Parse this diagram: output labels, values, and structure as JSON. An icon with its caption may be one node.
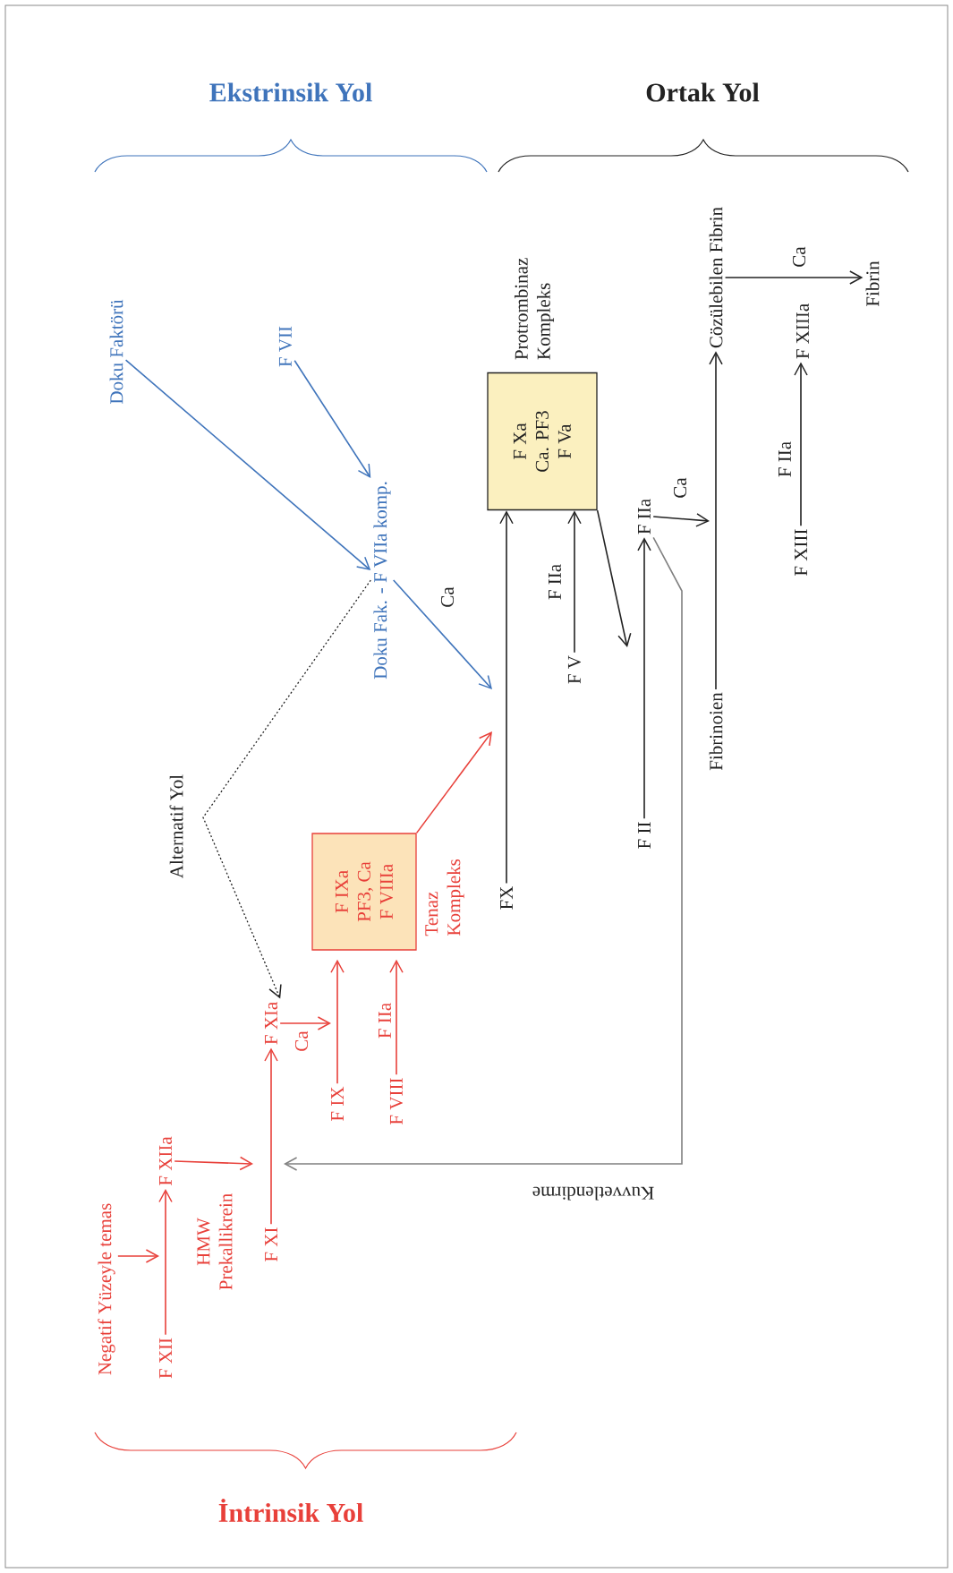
{
  "diagram": {
    "nodes": [
      {
        "text": [
          "Doku Faktörü"
        ]
      },
      {
        "text": [
          "F VII"
        ]
      },
      {
        "text": [
          "Doku Fak. - F VIIa komp."
        ]
      },
      {
        "text": [
          "Protrombinaz Kompleks",
          "F Xa",
          "Ca. PF3",
          "F Va"
        ]
      },
      {
        "text": [
          "Cözülebilen Fibrin"
        ]
      },
      {
        "text": [
          "F XIIIa"
        ]
      },
      {
        "text": [
          "Fibrin"
        ]
      },
      {
        "text": [
          "F XIII"
        ]
      },
      {
        "text": [
          "F IIa"
        ]
      },
      {
        "text": [
          "F V"
        ]
      },
      {
        "text": [
          "FX"
        ]
      },
      {
        "text": [
          "F II"
        ]
      },
      {
        "text": [
          "Fibrinoien"
        ]
      },
      {
        "text": [
          "F IXa",
          "PF3, Ca",
          "F VIIIa"
        ],
        "beside": [
          "Tenaz Kompleks"
        ]
      },
      {
        "text": [
          "F XIa"
        ]
      },
      {
        "text": [
          "F IX"
        ]
      },
      {
        "text": [
          "F VIII"
        ]
      },
      {
        "text": [
          "Negatif Yüzeyle temas"
        ]
      },
      {
        "text": [
          "F XII"
        ]
      },
      {
        "text": [
          "F XIIa"
        ]
      },
      {
        "text": [
          "F XI"
        ]
      }
    ],
    "edges": [
      {
        "from": 0,
        "to": 2,
        "arrow": "to",
        "color": "#3f74bb"
      },
      {
        "from": 1,
        "to": 2,
        "arrow": "to",
        "color": "#3f74bb"
      },
      {
        "from": 2,
        "to": null,
        "arrow": "to",
        "label": "Ca",
        "color": "#3f74bb"
      },
      {
        "from": 13,
        "to": null,
        "arrow": "to",
        "color": "#e8403a"
      },
      {
        "from": 10,
        "to": 3,
        "arrow": "to"
      },
      {
        "from": 9,
        "to": 3,
        "arrow": "to",
        "label": "F IIa"
      },
      {
        "from": 3,
        "to": null,
        "arrow": "to"
      },
      {
        "from": 11,
        "to": 8,
        "arrow": "to"
      },
      {
        "from": 8,
        "to": null,
        "arrow": "to",
        "label": "Ca"
      },
      {
        "from": 12,
        "to": 4,
        "arrow": "to"
      },
      {
        "from": 4,
        "to": 6,
        "arrow": "to",
        "label": "Ca"
      },
      {
        "from": 7,
        "to": 5,
        "arrow": "to",
        "label": "F IIa"
      },
      {
        "from": 8,
        "to": null,
        "arrow": "to",
        "label": "Kuvvetlendirme",
        "color": "#808080"
      },
      {
        "from": 2,
        "to": 14,
        "arrow": "to",
        "label": "Alternatif Yol",
        "style": "dashed"
      },
      {
        "from": 17,
        "to": null,
        "arrow": "to",
        "color": "#e8403a"
      },
      {
        "from": 18,
        "to": 19,
        "arrow": "to",
        "color": "#e8403a"
      },
      {
        "from": 19,
        "to": null,
        "arrow": "to",
        "label": "HMW Prekallikrein",
        "color": "#e8403a"
      },
      {
        "from": 20,
        "to": 14,
        "arrow": "to",
        "color": "#e8403a"
      },
      {
        "from": 14,
        "to": null,
        "arrow": "to",
        "label": "Ca",
        "color": "#e8403a"
      },
      {
        "from": 15,
        "to": 13,
        "arrow": "to",
        "color": "#e8403a"
      },
      {
        "from": 16,
        "to": 13,
        "arrow": "to",
        "label": "F IIa",
        "color": "#e8403a"
      }
    ],
    "labels": [
      "Ekstrinsik Yol",
      "Ortak Yol",
      "İntrinsik Yol"
    ]
  }
}
